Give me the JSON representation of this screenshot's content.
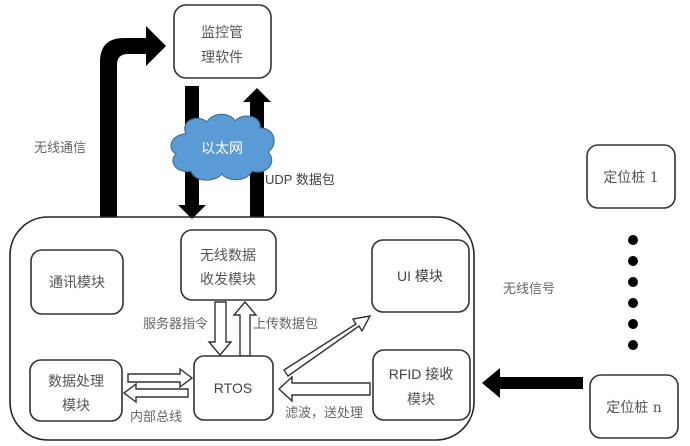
{
  "diagram": {
    "type": "system-architecture",
    "nodes": {
      "monitor": [
        "监控管",
        "理软件"
      ],
      "cloud": "以太网",
      "wireless_module": [
        "无线数据",
        "收发模块"
      ],
      "comm_module": "通讯模块",
      "ui_module": "UI 模块",
      "data_module": [
        "数据处理",
        "模块"
      ],
      "rtos": "RTOS",
      "rfid_module": [
        "RFID 接收",
        "模块"
      ],
      "anchor_1": "定位桩 1",
      "anchor_n": "定位桩 n"
    },
    "labels": {
      "wireless_comm": "无线通信",
      "udp": "UDP 数据包",
      "server_cmd": "服务器指令",
      "upload": "上传数据包",
      "internal_bus": "内部总线",
      "filter": "滤波，送处理",
      "wireless_signal": "无线信号"
    },
    "colors": {
      "cloud_fill": "#5B9BD5",
      "cloud_stroke": "#41719C",
      "arrow_solid": "#000000",
      "border": "#333333"
    }
  }
}
